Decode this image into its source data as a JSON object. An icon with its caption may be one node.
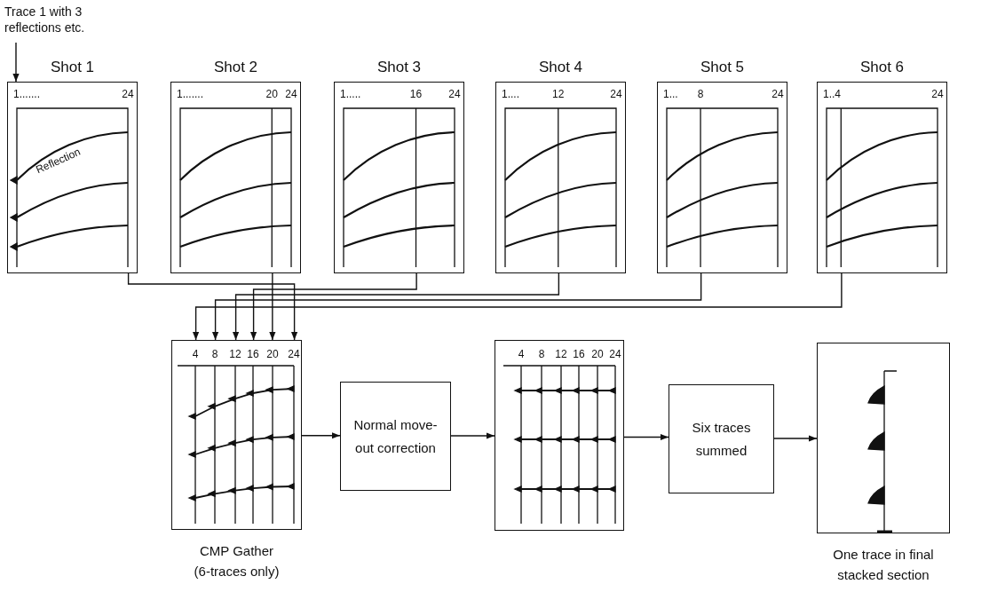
{
  "diagram": {
    "nodes": [
      {
        "text": [
          "Trace 1 with 3 reflections etc."
        ]
      },
      {
        "text": [
          "Shot 1",
          "1.......",
          "24",
          "Reflection"
        ]
      },
      {
        "text": [
          "Shot 2",
          "1.......",
          "20",
          "24"
        ]
      },
      {
        "text": [
          "Shot 3",
          "1.....",
          "16",
          "24"
        ]
      },
      {
        "text": [
          "Shot 4",
          "1....",
          "12",
          "24"
        ]
      },
      {
        "text": [
          "Shot 5",
          "1...",
          "8",
          "24"
        ]
      },
      {
        "text": [
          "Shot 6",
          "1..4",
          "24"
        ]
      },
      {
        "text": [
          "4",
          "8",
          "12",
          "16",
          "20",
          "24"
        ],
        "beside": [
          "CMP Gather (6-traces only)"
        ]
      },
      {
        "text": [
          "Normal move-out correction"
        ]
      },
      {
        "text": [
          "4",
          "8",
          "12",
          "16",
          "20",
          "24"
        ]
      },
      {
        "text": [
          "Six traces summed"
        ]
      },
      {
        "text": [],
        "shape": "box",
        "beside": [
          "One trace in final stacked section"
        ]
      }
    ],
    "edges": [
      {
        "from": 0,
        "to": 1,
        "arrow": "to"
      },
      {
        "from": 1,
        "to": 7,
        "arrow": "to"
      },
      {
        "from": 2,
        "to": 7,
        "arrow": "to"
      },
      {
        "from": 3,
        "to": 7,
        "arrow": "to"
      },
      {
        "from": 4,
        "to": 7,
        "arrow": "to"
      },
      {
        "from": 5,
        "to": 7,
        "arrow": "to"
      },
      {
        "from": 6,
        "to": 7,
        "arrow": "to"
      },
      {
        "from": 7,
        "to": 8,
        "arrow": "to"
      },
      {
        "from": 8,
        "to": 9,
        "arrow": "to"
      },
      {
        "from": 9,
        "to": 10,
        "arrow": "to"
      },
      {
        "from": 10,
        "to": 11,
        "arrow": "to"
      }
    ]
  }
}
